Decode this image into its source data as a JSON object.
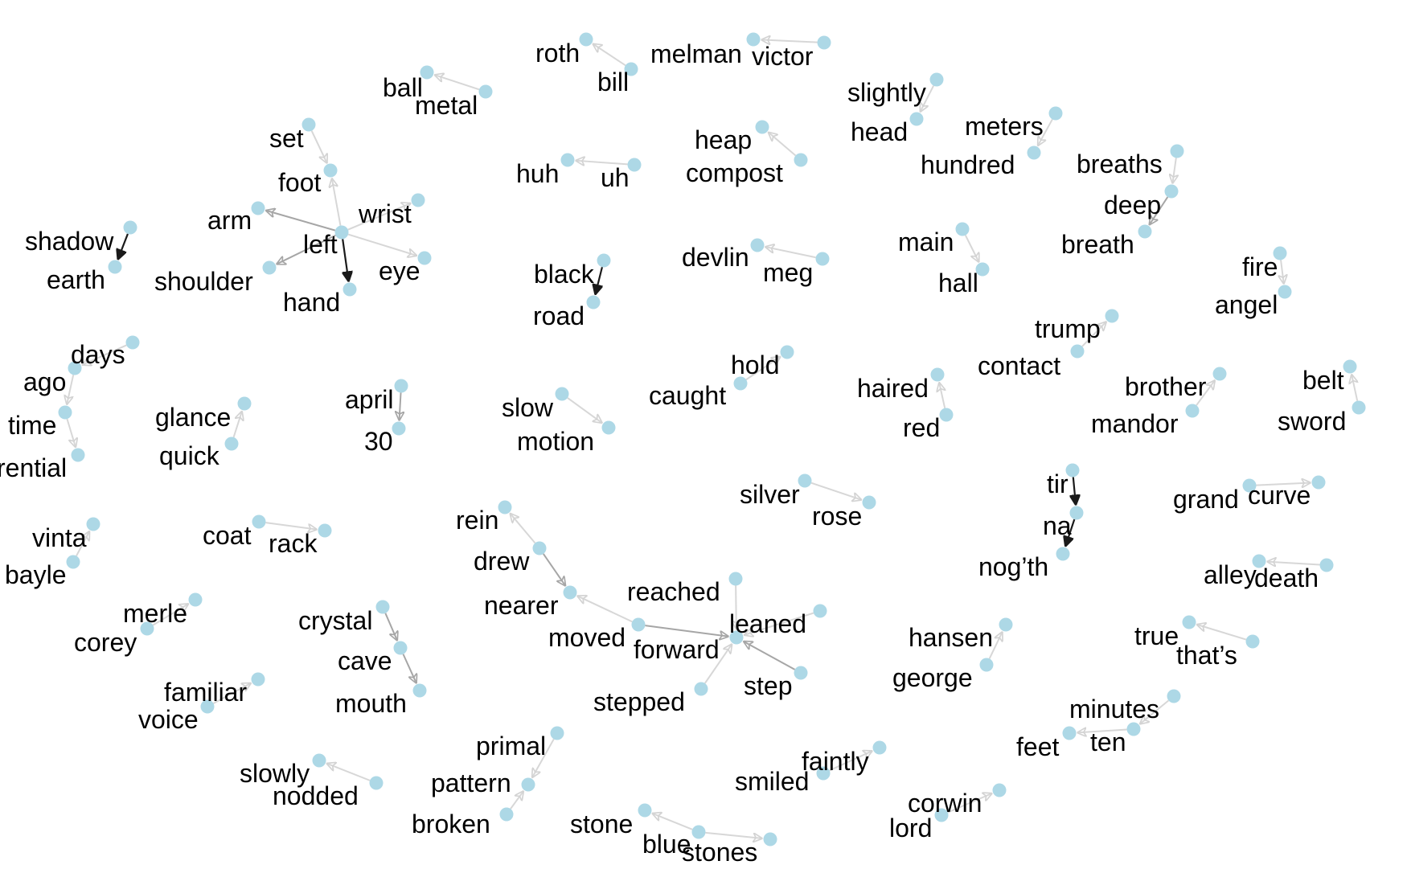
{
  "graph": {
    "node_color": "#add8e6",
    "label_color": "#000000",
    "edge_colors": {
      "light": "#d3d3d3",
      "mid": "#a6a6a6",
      "strong": "#1a1a1a"
    },
    "nodes": [
      {
        "id": "roth",
        "label": "roth"
      },
      {
        "id": "bill",
        "label": "bill"
      },
      {
        "id": "melman",
        "label": "melman"
      },
      {
        "id": "victor",
        "label": "victor"
      },
      {
        "id": "ball",
        "label": "ball"
      },
      {
        "id": "metal",
        "label": "metal"
      },
      {
        "id": "slightly",
        "label": "slightly"
      },
      {
        "id": "head",
        "label": "head"
      },
      {
        "id": "meters",
        "label": "meters"
      },
      {
        "id": "hundred",
        "label": "hundred"
      },
      {
        "id": "set",
        "label": "set"
      },
      {
        "id": "foot",
        "label": "foot"
      },
      {
        "id": "huh",
        "label": "huh"
      },
      {
        "id": "uh",
        "label": "uh"
      },
      {
        "id": "heap",
        "label": "heap"
      },
      {
        "id": "compost",
        "label": "compost"
      },
      {
        "id": "breaths",
        "label": "breaths"
      },
      {
        "id": "deep",
        "label": "deep"
      },
      {
        "id": "breath",
        "label": "breath"
      },
      {
        "id": "arm",
        "label": "arm"
      },
      {
        "id": "wrist",
        "label": "wrist"
      },
      {
        "id": "left",
        "label": "left"
      },
      {
        "id": "shoulder",
        "label": "shoulder"
      },
      {
        "id": "eye",
        "label": "eye"
      },
      {
        "id": "hand",
        "label": "hand"
      },
      {
        "id": "shadow",
        "label": "shadow"
      },
      {
        "id": "earth",
        "label": "earth"
      },
      {
        "id": "black",
        "label": "black"
      },
      {
        "id": "road",
        "label": "road"
      },
      {
        "id": "devlin",
        "label": "devlin"
      },
      {
        "id": "meg",
        "label": "meg"
      },
      {
        "id": "main",
        "label": "main"
      },
      {
        "id": "hall",
        "label": "hall"
      },
      {
        "id": "fire",
        "label": "fire"
      },
      {
        "id": "angel",
        "label": "angel"
      },
      {
        "id": "trump",
        "label": "trump"
      },
      {
        "id": "contact",
        "label": "contact"
      },
      {
        "id": "days",
        "label": "days"
      },
      {
        "id": "ago",
        "label": "ago"
      },
      {
        "id": "time",
        "label": "time"
      },
      {
        "id": "rential",
        "label": "rential"
      },
      {
        "id": "hold",
        "label": "hold"
      },
      {
        "id": "caught",
        "label": "caught"
      },
      {
        "id": "haired",
        "label": "haired"
      },
      {
        "id": "red",
        "label": "red"
      },
      {
        "id": "brother",
        "label": "brother"
      },
      {
        "id": "mandor",
        "label": "mandor"
      },
      {
        "id": "belt",
        "label": "belt"
      },
      {
        "id": "sword",
        "label": "sword"
      },
      {
        "id": "april",
        "label": "april"
      },
      {
        "id": "30",
        "label": "30"
      },
      {
        "id": "glance",
        "label": "glance"
      },
      {
        "id": "quick",
        "label": "quick"
      },
      {
        "id": "slow",
        "label": "slow"
      },
      {
        "id": "motion",
        "label": "motion"
      },
      {
        "id": "silver",
        "label": "silver"
      },
      {
        "id": "rose",
        "label": "rose"
      },
      {
        "id": "tir",
        "label": "tir"
      },
      {
        "id": "na",
        "label": "na"
      },
      {
        "id": "nogth",
        "label": "nog’th"
      },
      {
        "id": "grand",
        "label": "grand"
      },
      {
        "id": "curve",
        "label": "curve"
      },
      {
        "id": "vinta",
        "label": "vinta"
      },
      {
        "id": "bayle",
        "label": "bayle"
      },
      {
        "id": "coat",
        "label": "coat"
      },
      {
        "id": "rack",
        "label": "rack"
      },
      {
        "id": "rein",
        "label": "rein"
      },
      {
        "id": "drew",
        "label": "drew"
      },
      {
        "id": "nearer",
        "label": "nearer"
      },
      {
        "id": "moved",
        "label": "moved"
      },
      {
        "id": "forward",
        "label": "forward"
      },
      {
        "id": "reached",
        "label": "reached"
      },
      {
        "id": "leaned",
        "label": "leaned"
      },
      {
        "id": "step",
        "label": "step"
      },
      {
        "id": "stepped",
        "label": "stepped"
      },
      {
        "id": "alley",
        "label": "alley"
      },
      {
        "id": "death",
        "label": "death"
      },
      {
        "id": "merle",
        "label": "merle"
      },
      {
        "id": "corey",
        "label": "corey"
      },
      {
        "id": "crystal",
        "label": "crystal"
      },
      {
        "id": "cave",
        "label": "cave"
      },
      {
        "id": "mouth",
        "label": "mouth"
      },
      {
        "id": "hansen",
        "label": "hansen"
      },
      {
        "id": "george",
        "label": "george"
      },
      {
        "id": "true",
        "label": "true"
      },
      {
        "id": "thats",
        "label": "that’s"
      },
      {
        "id": "familiar",
        "label": "familiar"
      },
      {
        "id": "voice",
        "label": "voice"
      },
      {
        "id": "minutes",
        "label": "minutes"
      },
      {
        "id": "feet",
        "label": "feet"
      },
      {
        "id": "ten",
        "label": "ten"
      },
      {
        "id": "primal",
        "label": "primal"
      },
      {
        "id": "pattern",
        "label": "pattern"
      },
      {
        "id": "broken",
        "label": "broken"
      },
      {
        "id": "faintly",
        "label": "faintly"
      },
      {
        "id": "smiled",
        "label": "smiled"
      },
      {
        "id": "slowly",
        "label": "slowly"
      },
      {
        "id": "nodded",
        "label": "nodded"
      },
      {
        "id": "corwin",
        "label": "corwin"
      },
      {
        "id": "lord",
        "label": "lord"
      },
      {
        "id": "stone",
        "label": "stone"
      },
      {
        "id": "blue",
        "label": "blue"
      },
      {
        "id": "stones",
        "label": "stones"
      }
    ],
    "edges": [
      {
        "from": "bill",
        "to": "roth",
        "strength": "light"
      },
      {
        "from": "victor",
        "to": "melman",
        "strength": "light"
      },
      {
        "from": "metal",
        "to": "ball",
        "strength": "light"
      },
      {
        "from": "slightly",
        "to": "head",
        "strength": "light"
      },
      {
        "from": "meters",
        "to": "hundred",
        "strength": "light"
      },
      {
        "from": "set",
        "to": "foot",
        "strength": "light"
      },
      {
        "from": "uh",
        "to": "huh",
        "strength": "light"
      },
      {
        "from": "compost",
        "to": "heap",
        "strength": "light"
      },
      {
        "from": "breaths",
        "to": "deep",
        "strength": "light"
      },
      {
        "from": "deep",
        "to": "breath",
        "strength": "mid"
      },
      {
        "from": "left",
        "to": "foot",
        "strength": "light"
      },
      {
        "from": "left",
        "to": "arm",
        "strength": "mid"
      },
      {
        "from": "left",
        "to": "wrist",
        "strength": "light"
      },
      {
        "from": "left",
        "to": "shoulder",
        "strength": "mid"
      },
      {
        "from": "left",
        "to": "eye",
        "strength": "light"
      },
      {
        "from": "left",
        "to": "hand",
        "strength": "strong"
      },
      {
        "from": "shadow",
        "to": "earth",
        "strength": "strong"
      },
      {
        "from": "black",
        "to": "road",
        "strength": "strong"
      },
      {
        "from": "meg",
        "to": "devlin",
        "strength": "light"
      },
      {
        "from": "main",
        "to": "hall",
        "strength": "light"
      },
      {
        "from": "fire",
        "to": "angel",
        "strength": "light"
      },
      {
        "from": "contact",
        "to": "trump",
        "strength": "light"
      },
      {
        "from": "days",
        "to": "ago",
        "strength": "light"
      },
      {
        "from": "ago",
        "to": "time",
        "strength": "light"
      },
      {
        "from": "time",
        "to": "rential",
        "strength": "light"
      },
      {
        "from": "caught",
        "to": "hold",
        "strength": "light"
      },
      {
        "from": "red",
        "to": "haired",
        "strength": "light"
      },
      {
        "from": "mandor",
        "to": "brother",
        "strength": "light"
      },
      {
        "from": "sword",
        "to": "belt",
        "strength": "light"
      },
      {
        "from": "april",
        "to": "30",
        "strength": "mid"
      },
      {
        "from": "quick",
        "to": "glance",
        "strength": "light"
      },
      {
        "from": "slow",
        "to": "motion",
        "strength": "light"
      },
      {
        "from": "silver",
        "to": "rose",
        "strength": "light"
      },
      {
        "from": "tir",
        "to": "na",
        "strength": "strong"
      },
      {
        "from": "na",
        "to": "nogth",
        "strength": "strong"
      },
      {
        "from": "grand",
        "to": "curve",
        "strength": "light"
      },
      {
        "from": "bayle",
        "to": "vinta",
        "strength": "light"
      },
      {
        "from": "coat",
        "to": "rack",
        "strength": "light"
      },
      {
        "from": "drew",
        "to": "rein",
        "strength": "light"
      },
      {
        "from": "drew",
        "to": "nearer",
        "strength": "mid"
      },
      {
        "from": "moved",
        "to": "nearer",
        "strength": "light"
      },
      {
        "from": "moved",
        "to": "forward",
        "strength": "mid"
      },
      {
        "from": "reached",
        "to": "forward",
        "strength": "light"
      },
      {
        "from": "leaned",
        "to": "forward",
        "strength": "light"
      },
      {
        "from": "step",
        "to": "forward",
        "strength": "mid"
      },
      {
        "from": "stepped",
        "to": "forward",
        "strength": "light"
      },
      {
        "from": "death",
        "to": "alley",
        "strength": "light"
      },
      {
        "from": "corey",
        "to": "merle",
        "strength": "light"
      },
      {
        "from": "crystal",
        "to": "cave",
        "strength": "mid"
      },
      {
        "from": "cave",
        "to": "mouth",
        "strength": "mid"
      },
      {
        "from": "george",
        "to": "hansen",
        "strength": "light"
      },
      {
        "from": "thats",
        "to": "true",
        "strength": "light"
      },
      {
        "from": "voice",
        "to": "familiar",
        "strength": "light"
      },
      {
        "from": "ten",
        "to": "feet",
        "strength": "light"
      },
      {
        "from": "minutes",
        "to": "ten",
        "strength": "light"
      },
      {
        "from": "primal",
        "to": "pattern",
        "strength": "light"
      },
      {
        "from": "broken",
        "to": "pattern",
        "strength": "light"
      },
      {
        "from": "smiled",
        "to": "faintly",
        "strength": "light"
      },
      {
        "from": "nodded",
        "to": "slowly",
        "strength": "light"
      },
      {
        "from": "lord",
        "to": "corwin",
        "strength": "light"
      },
      {
        "from": "blue",
        "to": "stone",
        "strength": "light"
      },
      {
        "from": "blue",
        "to": "stones",
        "strength": "light"
      }
    ]
  }
}
